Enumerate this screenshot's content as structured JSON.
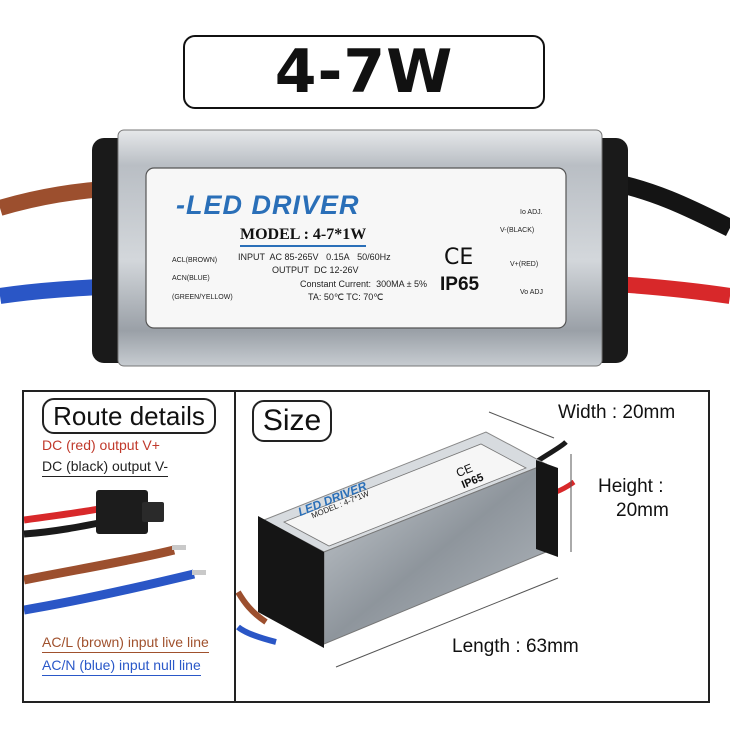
{
  "header": {
    "title": "4-7W"
  },
  "label": {
    "brand": "-LED DRIVER",
    "model": "MODEL : 4-7*1W",
    "input_label": "INPUT",
    "input_spec": "AC 85-265V",
    "input_current": "0.15A",
    "input_freq": "50/60Hz",
    "output_label": "OUTPUT",
    "output_spec": "DC 12-26V",
    "constant_current": "Constant Current:",
    "current_value": "300MA ± 5%",
    "temps": "TA: 50℃ TC: 70℃",
    "ce": "CE",
    "ip": "IP65",
    "pin_left_1": "ACL(BROWN)",
    "pin_left_2": "ACN(BLUE)",
    "pin_left_3": "(GREEN/YELLOW)",
    "pin_right_1": "Io ADJ.",
    "pin_right_2": "V-(BLACK)",
    "pin_right_3": "V+(RED)",
    "pin_right_4": "Vo ADJ"
  },
  "route": {
    "title": "Route details",
    "dc_red": "DC (red) output V+",
    "dc_black": "DC (black) output V-",
    "ac_brown": "AC/L (brown) input live line",
    "ac_blue": "AC/N (blue) input null line"
  },
  "size": {
    "title": "Size",
    "width": "Width : 20mm",
    "height_1": "Height :",
    "height_2": "20mm",
    "length": "Length : 63mm",
    "small_brand": "LED DRIVER",
    "small_model": "MODEL : 4-7*1W",
    "small_ce": "CE",
    "small_ip": "IP65"
  },
  "colors": {
    "wire_brown": "#a0512d",
    "wire_blue": "#2a58c8",
    "wire_red": "#d8282a",
    "wire_black": "#1a1a1a",
    "label_blue": "#2a6fb8"
  }
}
